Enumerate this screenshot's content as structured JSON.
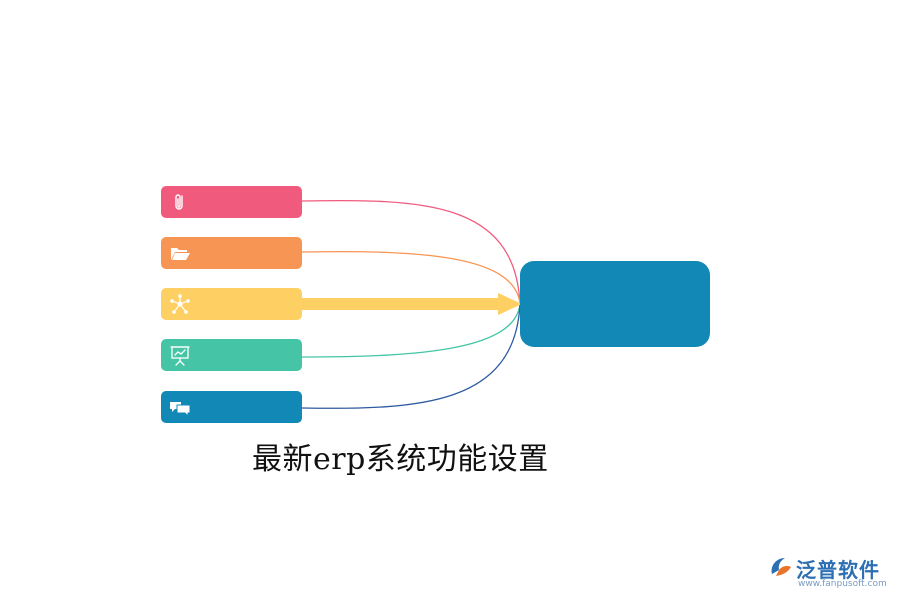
{
  "diagram": {
    "caption": "最新erp系统功能设置",
    "nodes": [
      {
        "icon": "paperclip-icon",
        "color": "#f05b7d"
      },
      {
        "icon": "folder-open-icon",
        "color": "#f79654"
      },
      {
        "icon": "network-icon",
        "color": "#fecf63"
      },
      {
        "icon": "presentation-board-icon",
        "color": "#45c5a6"
      },
      {
        "icon": "chat-bubbles-icon",
        "color": "#1188b6"
      }
    ],
    "target": {
      "color": "#1188b6"
    },
    "highlight_arrow_color": "#fecf63"
  },
  "logo": {
    "name": "泛普软件",
    "url": "www.fanpusoft.com"
  }
}
